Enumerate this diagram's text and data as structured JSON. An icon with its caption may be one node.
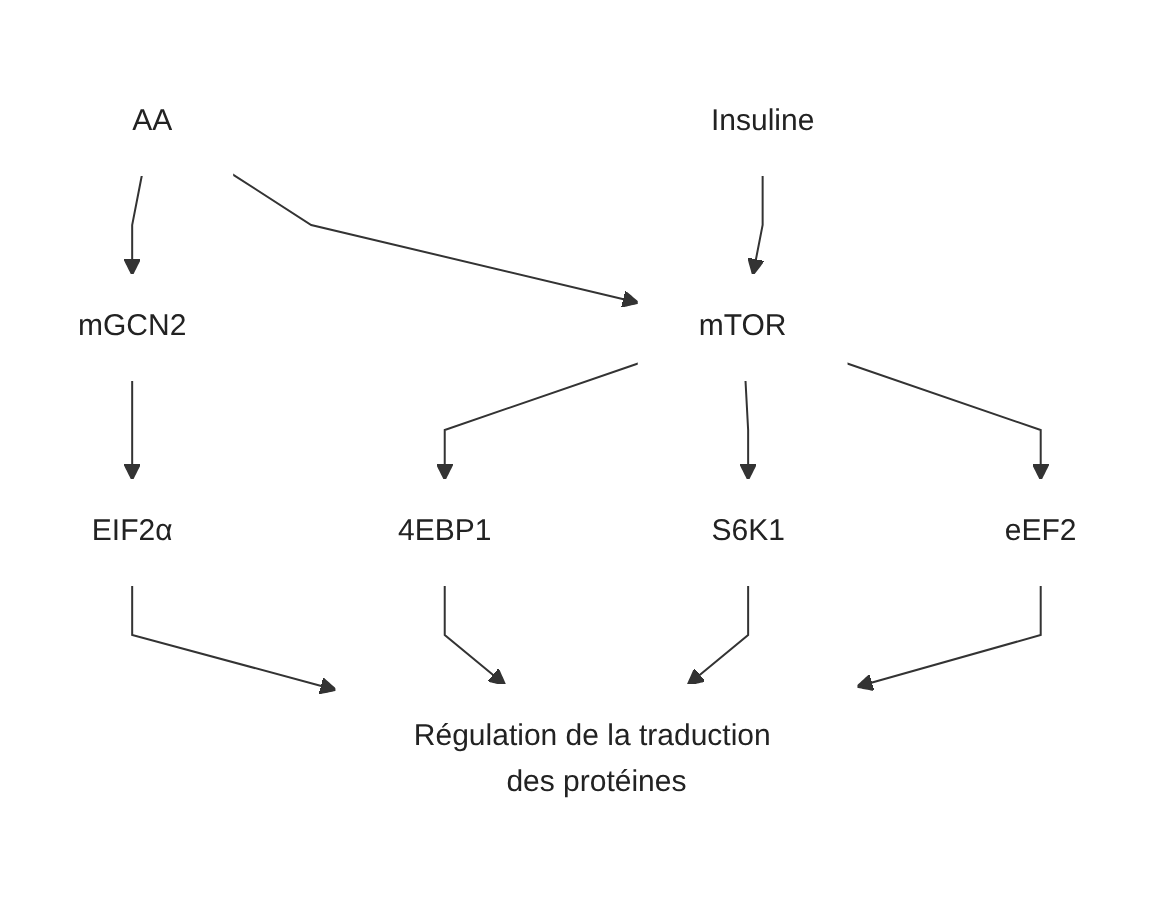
{
  "diagram": {
    "nodes": [
      {
        "text": [
          "AA"
        ]
      },
      {
        "text": [
          "Insuline"
        ]
      },
      {
        "text": [
          "mGCN2"
        ]
      },
      {
        "text": [
          "mTOR"
        ]
      },
      {
        "text": [
          "EIF2α"
        ]
      },
      {
        "text": [
          "4EBP1"
        ]
      },
      {
        "text": [
          "S6K1"
        ]
      },
      {
        "text": [
          "eEF2"
        ]
      },
      {
        "text": [
          "Régulation de la traduction des protéines"
        ]
      }
    ],
    "edges": [
      {
        "from": 0,
        "to": 2,
        "arrow": "to"
      },
      {
        "from": 0,
        "to": 3,
        "arrow": "to"
      },
      {
        "from": 1,
        "to": 3,
        "arrow": "to"
      },
      {
        "from": 2,
        "to": 4,
        "arrow": "to"
      },
      {
        "from": 3,
        "to": 5,
        "arrow": "to"
      },
      {
        "from": 3,
        "to": 6,
        "arrow": "to"
      },
      {
        "from": 3,
        "to": 7,
        "arrow": "to"
      },
      {
        "from": 4,
        "to": 8,
        "arrow": "to"
      },
      {
        "from": 5,
        "to": 8,
        "arrow": "to"
      },
      {
        "from": 6,
        "to": 8,
        "arrow": "to"
      },
      {
        "from": 7,
        "to": 8,
        "arrow": "to"
      }
    ]
  }
}
